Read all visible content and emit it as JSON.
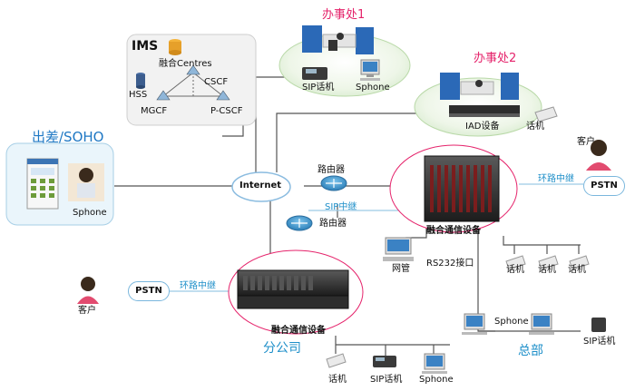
{
  "colors": {
    "accent_pink": "#e5236b",
    "accent_cyan": "#1e8fc9",
    "line": "#555555",
    "title_blue": "#1f78c4"
  },
  "ims": {
    "title": "IMS",
    "centres": "融合Centres",
    "hss": "HSS",
    "cscf": "CSCF",
    "mgcf": "MGCF",
    "pcscf": "P-CSCF"
  },
  "office1": {
    "title": "办事处1",
    "sip_phone": "SIP话机",
    "sphone": "Sphone"
  },
  "office2": {
    "title": "办事处2",
    "iad": "IAD设备",
    "phone": "话机"
  },
  "soho": {
    "title": "出差/SOHO",
    "sphone": "Sphone"
  },
  "internet": {
    "label": "Internet"
  },
  "routers": {
    "router1": "路由器",
    "router2": "路由器",
    "sip_trunk": "SIP中继"
  },
  "hq": {
    "device": "融合通信设备",
    "trunk": "环路中继",
    "pstn": "PSTN",
    "customer": "客户",
    "netmgmt": "网管",
    "rs232": "RS232接口",
    "phone1": "话机",
    "phone2": "话机",
    "phone3": "话机",
    "sphone": "Sphone",
    "sip_phone": "SIP话机",
    "title": "总部"
  },
  "branch": {
    "device": "融合通信设备",
    "trunk": "环路中继",
    "pstn": "PSTN",
    "customer": "客户",
    "title": "分公司",
    "phone": "话机",
    "sip_phone": "SIP话机",
    "sphone": "Sphone"
  }
}
